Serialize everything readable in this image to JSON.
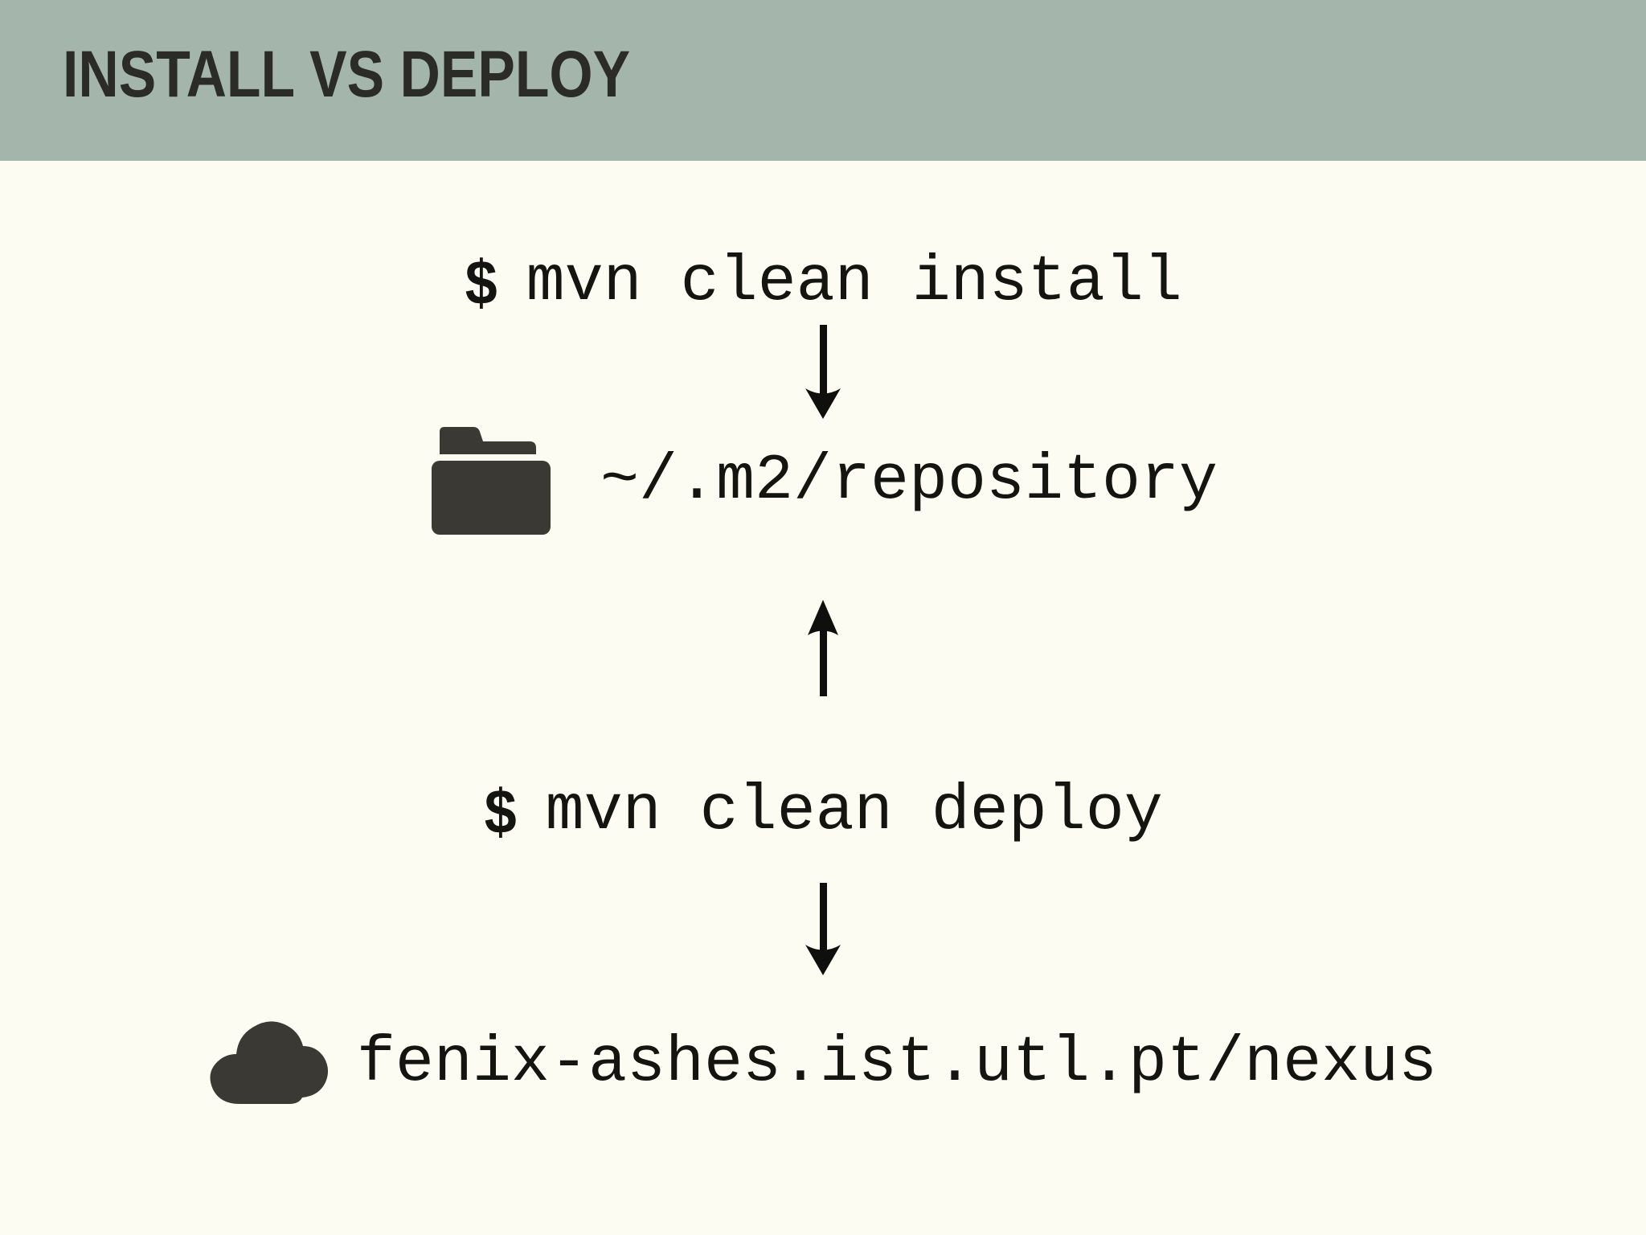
{
  "header": {
    "title": "INSTALL VS DEPLOY"
  },
  "flow": {
    "install": {
      "prompt": "$",
      "command": "mvn clean install"
    },
    "local_repository": {
      "icon": "folder-icon",
      "path": "~/.m2/repository"
    },
    "deploy": {
      "prompt": "$",
      "command": "mvn clean deploy"
    },
    "remote_repository": {
      "icon": "cloud-icon",
      "url": "fenix-ashes.ist.utl.pt/nexus"
    }
  },
  "colors": {
    "header-bg": "#a4b5ac",
    "title-color": "#2b2b28",
    "body-bg": "#fcfcf2",
    "text-color": "#141411",
    "icon-color": "#3a3934",
    "arrow-color": "#0f0f0d"
  }
}
